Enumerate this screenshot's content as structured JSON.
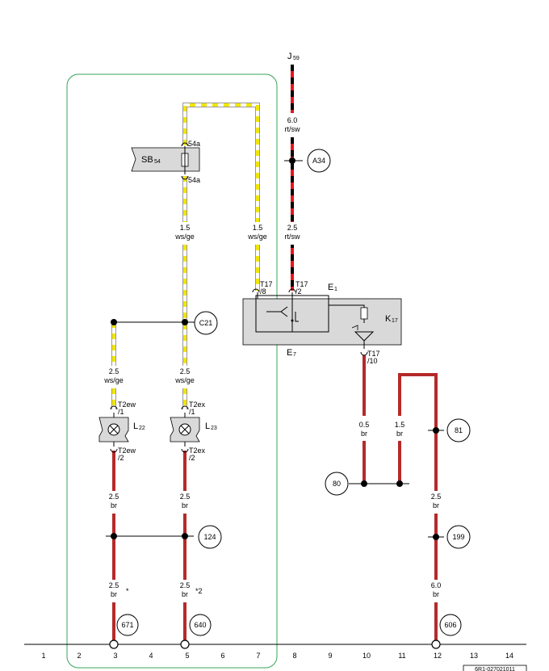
{
  "relay": {
    "name": "J",
    "sub": "59"
  },
  "fuse": {
    "name": "SB",
    "sub": "54",
    "pin_in": "54a",
    "pin_out": "54a"
  },
  "switch_unit": {
    "e1": "E",
    "e1_sub": "1",
    "e7": "E",
    "e7_sub": "7",
    "k17": "K",
    "k17_sub": "17"
  },
  "lamps": [
    {
      "name": "L",
      "sub": "22",
      "pin_top": "T2ew",
      "pin_top2": "/1",
      "pin_bot": "T2ew",
      "pin_bot2": "/2"
    },
    {
      "name": "L",
      "sub": "23",
      "pin_top": "T2ex",
      "pin_top2": "/1",
      "pin_bot": "T2ex",
      "pin_bot2": "/2"
    }
  ],
  "connectors": {
    "t17_8": [
      "T17",
      "/8"
    ],
    "t17_2": [
      "T17",
      "/2"
    ],
    "t17_10": [
      "T17",
      "/10"
    ]
  },
  "wires": {
    "j59_top": [
      "6.0",
      "rt/sw"
    ],
    "j59_bot": [
      "2.5",
      "rt/sw"
    ],
    "fuse_out": [
      "1.5",
      "ws/ge"
    ],
    "loop": [
      "1.5",
      "ws/ge"
    ],
    "l22_in": [
      "2.5",
      "ws/ge"
    ],
    "l23_in": [
      "2.5",
      "ws/ge"
    ],
    "k17_out": [
      "0.5",
      "br"
    ],
    "loop_br": [
      "1.5",
      "br"
    ],
    "l22_out": [
      "2.5",
      "br"
    ],
    "l23_out": [
      "2.5",
      "br"
    ],
    "col12_top": [
      "2.5",
      "br"
    ],
    "l22_gnd": [
      "2.5",
      "br"
    ],
    "l23_gnd": [
      "2.5",
      "br"
    ],
    "col12_gnd": [
      "6.0",
      "br"
    ]
  },
  "footnotes": {
    "a": "*",
    "b": "*2"
  },
  "nodes": [
    "A34",
    "C21",
    "124",
    "81",
    "80",
    "199",
    "671",
    "640",
    "606"
  ],
  "grid": [
    "1",
    "2",
    "3",
    "4",
    "5",
    "6",
    "7",
    "8",
    "9",
    "10",
    "11",
    "12",
    "13",
    "14"
  ],
  "doc_id": "6R1-027021011",
  "colors": {
    "red": "#e8141b",
    "brown": "#b52a2a",
    "yellow": "#f2e600",
    "frame": "#3aa45a",
    "box": "#d9d9d9"
  }
}
